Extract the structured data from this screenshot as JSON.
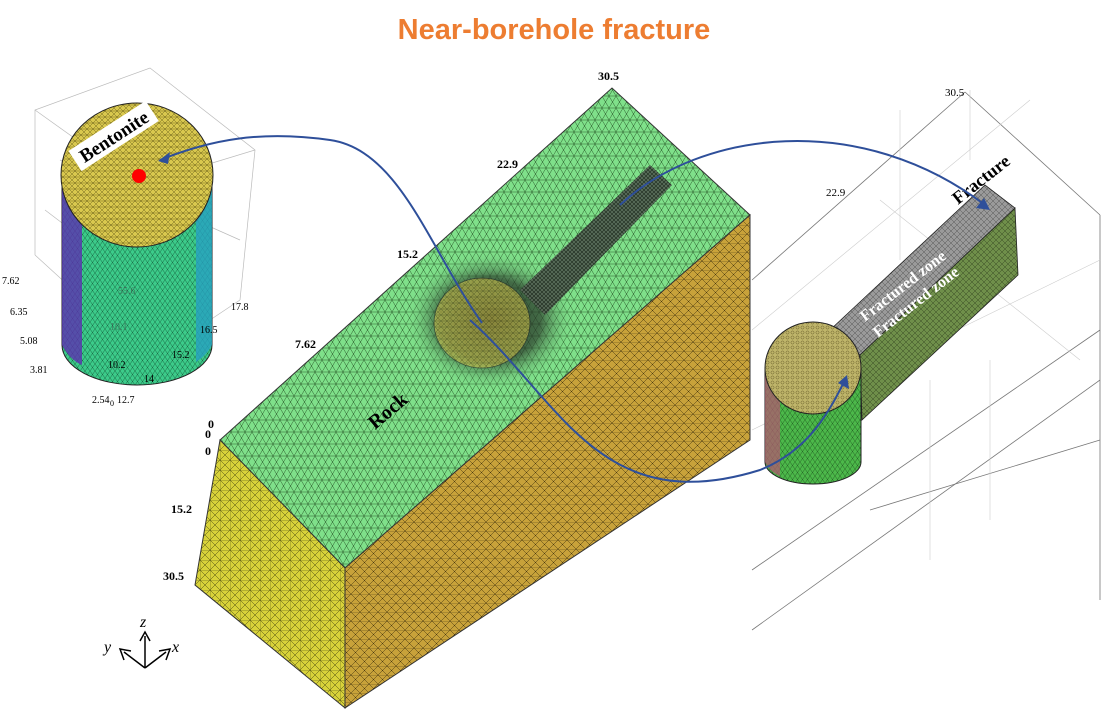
{
  "title": "Near-borehole fracture",
  "labels": {
    "rock": "Rock",
    "bentonite": "Bentonite",
    "fracture": "Fracture",
    "fractured_zone_1": "Fractured zone",
    "fractured_zone_2": "Fractured zone"
  },
  "main_axis_ticks": {
    "top_length": [
      "30.5",
      "22.9",
      "15.2",
      "7.62",
      "0"
    ],
    "depth": [
      "0",
      "15.2",
      "30.5"
    ],
    "front_small": [
      "0"
    ]
  },
  "inset_left_ticks": {
    "vertical": [
      "7.62",
      "6.35",
      "5.08",
      "3.81",
      "2.54"
    ],
    "bottom_x": [
      "0",
      "12.7",
      "14",
      "10.2",
      "15.2",
      "16.5",
      "17.8"
    ],
    "faint": [
      "55.6",
      "10.1"
    ]
  },
  "inset_right_ticks": [
    "30.5",
    "22.9"
  ],
  "axes_legend": {
    "z": "z",
    "y": "y",
    "x": "x"
  },
  "colors": {
    "title": "#ED7D31",
    "rock_top": "#7FE08A",
    "rock_side": "#C8A23A",
    "rock_front": "#D8D23A",
    "bentonite_top": "#D9C84E",
    "bentonite_side": "#3CCB8A",
    "fractured_zone": "#9A9A9A",
    "fracture_side": "#6F8F4A",
    "connector": "#2E4F9A",
    "marker": "#FF0000"
  }
}
